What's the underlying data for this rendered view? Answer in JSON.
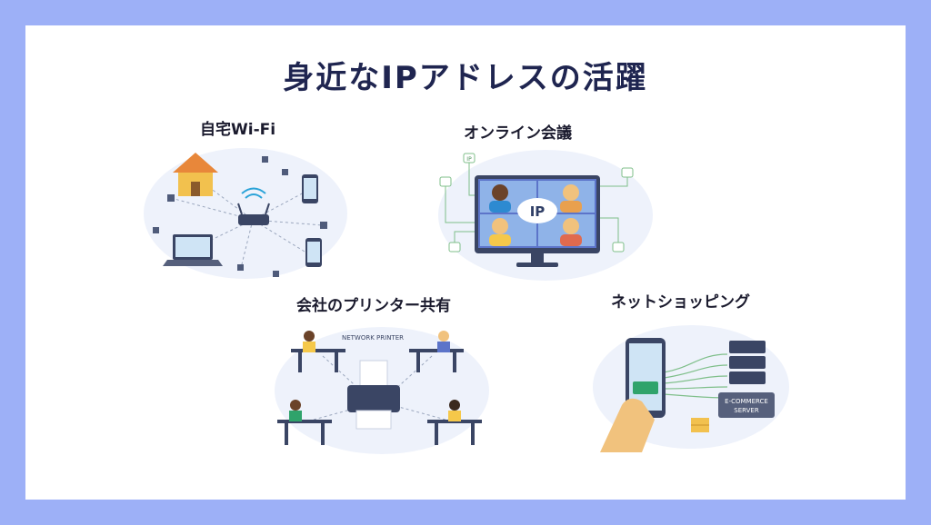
{
  "title": "身近なIPアドレスの活躍",
  "panels": {
    "home_wifi": {
      "label": "自宅Wi-Fi"
    },
    "online_meeting": {
      "label": "オンライン会議",
      "screen_badge": "IP",
      "side_badge": "IP"
    },
    "office_printer": {
      "label": "会社のプリンター共有",
      "printer_caption": "NETWORK PRINTER"
    },
    "net_shopping": {
      "label": "ネットショッピング",
      "server_caption_1": "E-COMMERCE",
      "server_caption_2": "SERVER"
    }
  },
  "colors": {
    "frame": "#9db0f7",
    "title": "#1f2550",
    "accent": "#2f3e66",
    "bubble": "#eef2fb"
  }
}
